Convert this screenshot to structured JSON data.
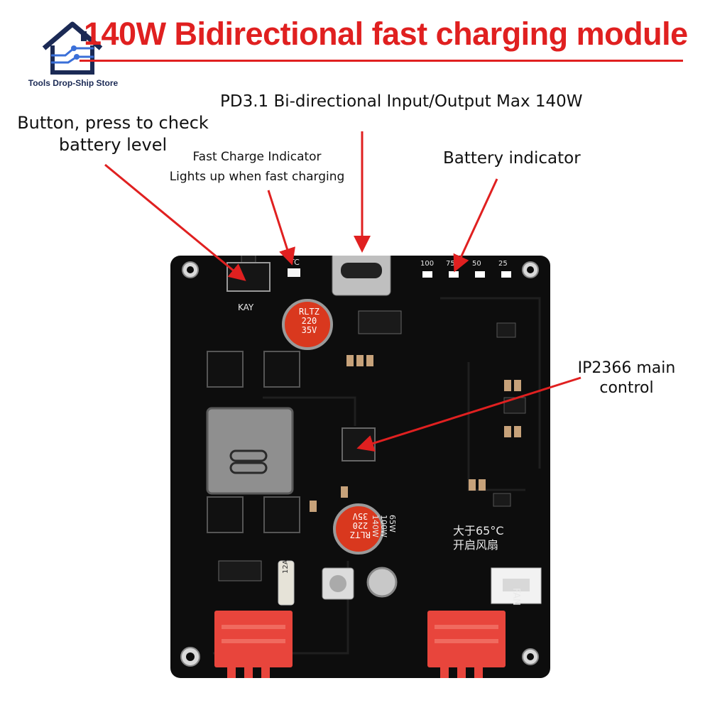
{
  "header": {
    "title": "140W Bidirectional fast charging module",
    "store_name": "Tools Drop-Ship Store"
  },
  "annotations": {
    "pd_port": "PD3.1 Bi-directional Input/Output Max 140W",
    "button": "Button, press to check battery level",
    "fast_charge": "Fast Charge Indicator\nLights up when fast charging",
    "battery_indicator": "Battery indicator",
    "main_control": "IP2366 main control"
  },
  "board_silkscreen": {
    "button_label": "KAY",
    "fast_led_label": "TC",
    "level_100": "100",
    "level_75": "75",
    "level_50": "50",
    "level_25": "25",
    "cap_1": "RLTZ\n220\n35V",
    "cap_2": "RLTZ\n220\n35V",
    "power_options": "65W\n100W\n140W",
    "fan_note": "大于65°C\n开启风扇",
    "fan_label": "FAN",
    "fuse_label": "12A"
  },
  "colors": {
    "title_red": "#e02020",
    "arrow_red": "#e02020",
    "board_black": "#0d0d0d",
    "connector_red": "#e8453c",
    "capacitor_red": "#d9381e"
  }
}
